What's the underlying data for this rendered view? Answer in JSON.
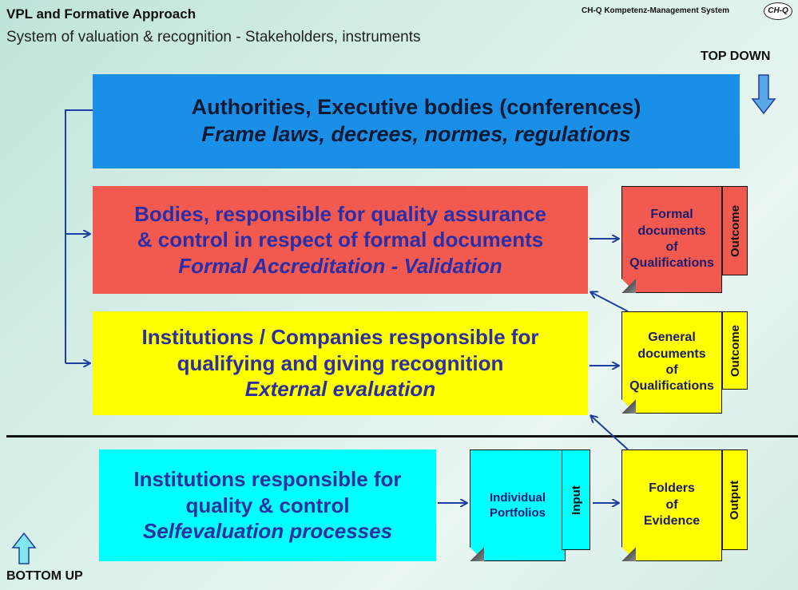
{
  "header": {
    "title": "VPL and Formative Approach",
    "subtitle": "System of valuation & recognition - Stakeholders, instruments",
    "brand": "CH-Q Kompetenz-Management System",
    "brand_logo_text": "CH-Q"
  },
  "directions": {
    "top_down": "TOP DOWN",
    "bottom_up": "BOTTOM UP"
  },
  "panels": {
    "authorities": {
      "line1": "Authorities, Executive bodies (conferences)",
      "line2": "Frame laws, decrees, normes, regulations"
    },
    "quality": {
      "line1": "Bodies, responsible for quality assurance",
      "line2": "& control in respect of formal documents",
      "line3": "Formal Accreditation - Validation"
    },
    "institutions": {
      "line1": "Institutions / Companies responsible for",
      "line2": "qualifying and giving recognition",
      "line3": "External evaluation"
    },
    "self": {
      "line1": "Institutions responsible for",
      "line2": "quality & control",
      "line3": "Selfevaluation processes"
    }
  },
  "documents": {
    "formal": {
      "lines": [
        "Formal",
        "documents",
        "of",
        "Qualifications"
      ],
      "tag": "Outcome"
    },
    "general": {
      "lines": [
        "General",
        "documents",
        "of",
        "Qualifications"
      ],
      "tag": "Outcome"
    },
    "portfolios": {
      "lines": [
        "Individual",
        "Portfolios"
      ],
      "tag": "Input"
    },
    "evidence": {
      "lines": [
        "Folders",
        "of",
        "Evidence"
      ],
      "tag": "Output"
    }
  },
  "colors": {
    "authorities": "#1a8fe8",
    "quality": "#f25a4f",
    "institutions": "#ffff00",
    "self": "#00ffff",
    "arrow": "#1f3fa0"
  }
}
